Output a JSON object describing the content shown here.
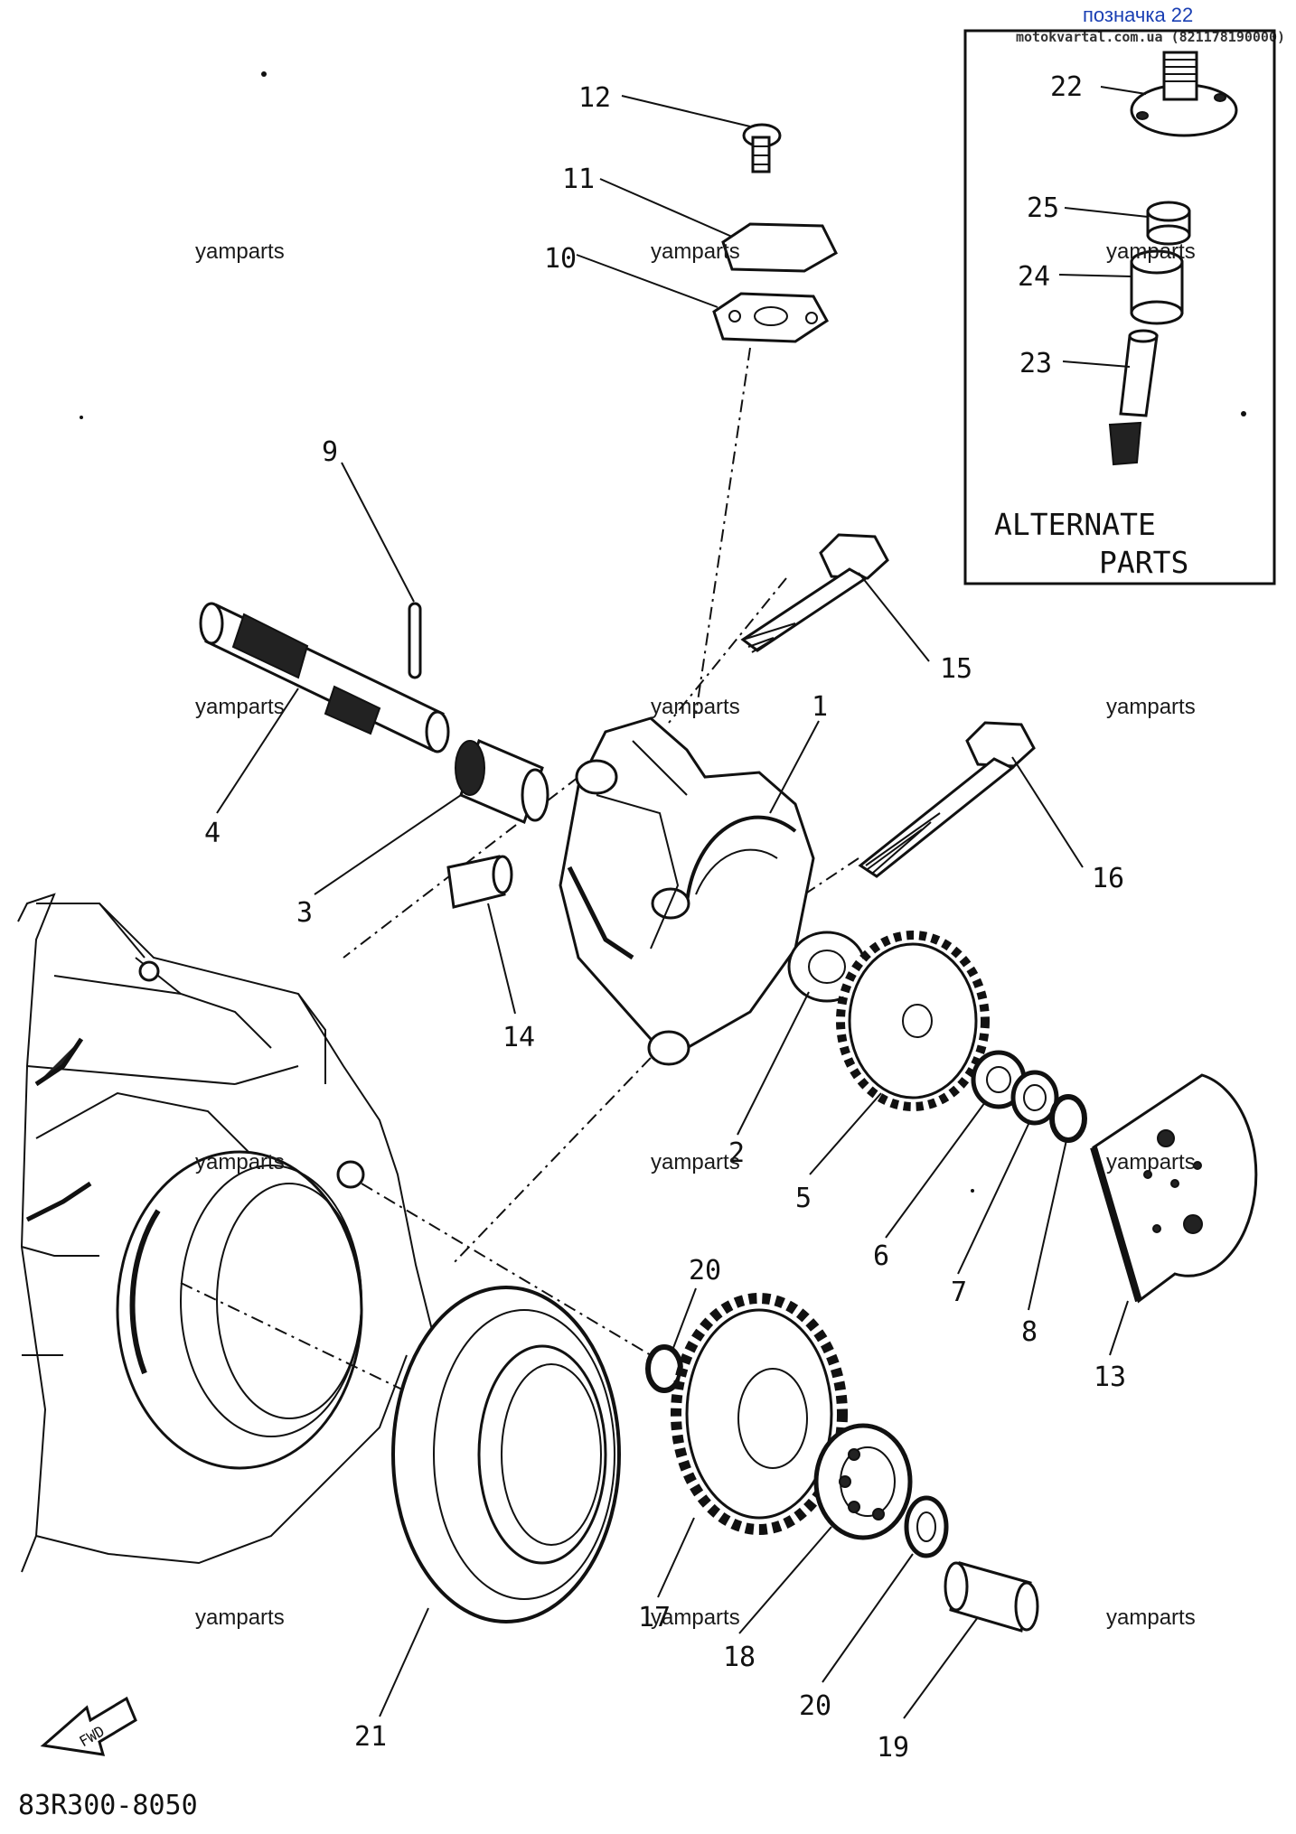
{
  "header": {
    "note": "позначка 22",
    "site": "motokvartal.com.ua (821178190000)"
  },
  "inset": {
    "title_line1": "ALTERNATE",
    "title_line2": "PARTS"
  },
  "callouts": {
    "c1": "1",
    "c2": "2",
    "c3": "3",
    "c4": "4",
    "c5": "5",
    "c6": "6",
    "c7": "7",
    "c8": "8",
    "c9": "9",
    "c10": "10",
    "c11": "11",
    "c12": "12",
    "c13": "13",
    "c14": "14",
    "c15": "15",
    "c16": "16",
    "c17": "17",
    "c18": "18",
    "c19": "19",
    "c20a": "20",
    "c20b": "20",
    "c21": "21",
    "c22": "22",
    "c23": "23",
    "c24": "24",
    "c25": "25"
  },
  "watermark": "yamparts",
  "footer": {
    "code": "83R300-8050",
    "arrow_label": "FWD"
  }
}
